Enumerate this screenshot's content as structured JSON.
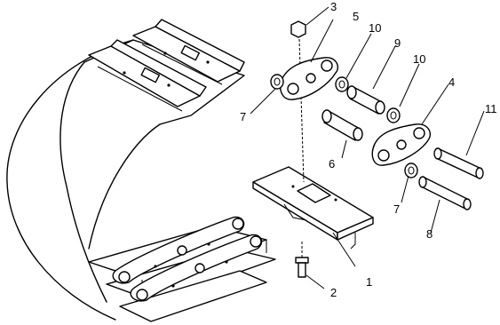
{
  "labels": {
    "track_shoe": "1",
    "shoe_bolt": "2",
    "nut": "3",
    "link_right": "4",
    "link_left": "5",
    "bushing": "6",
    "seal_left": "7",
    "seal_right": "7",
    "pin": "8",
    "bushing_upper": "9",
    "spacer_a": "10",
    "spacer_b": "10",
    "master_pin": "11"
  }
}
